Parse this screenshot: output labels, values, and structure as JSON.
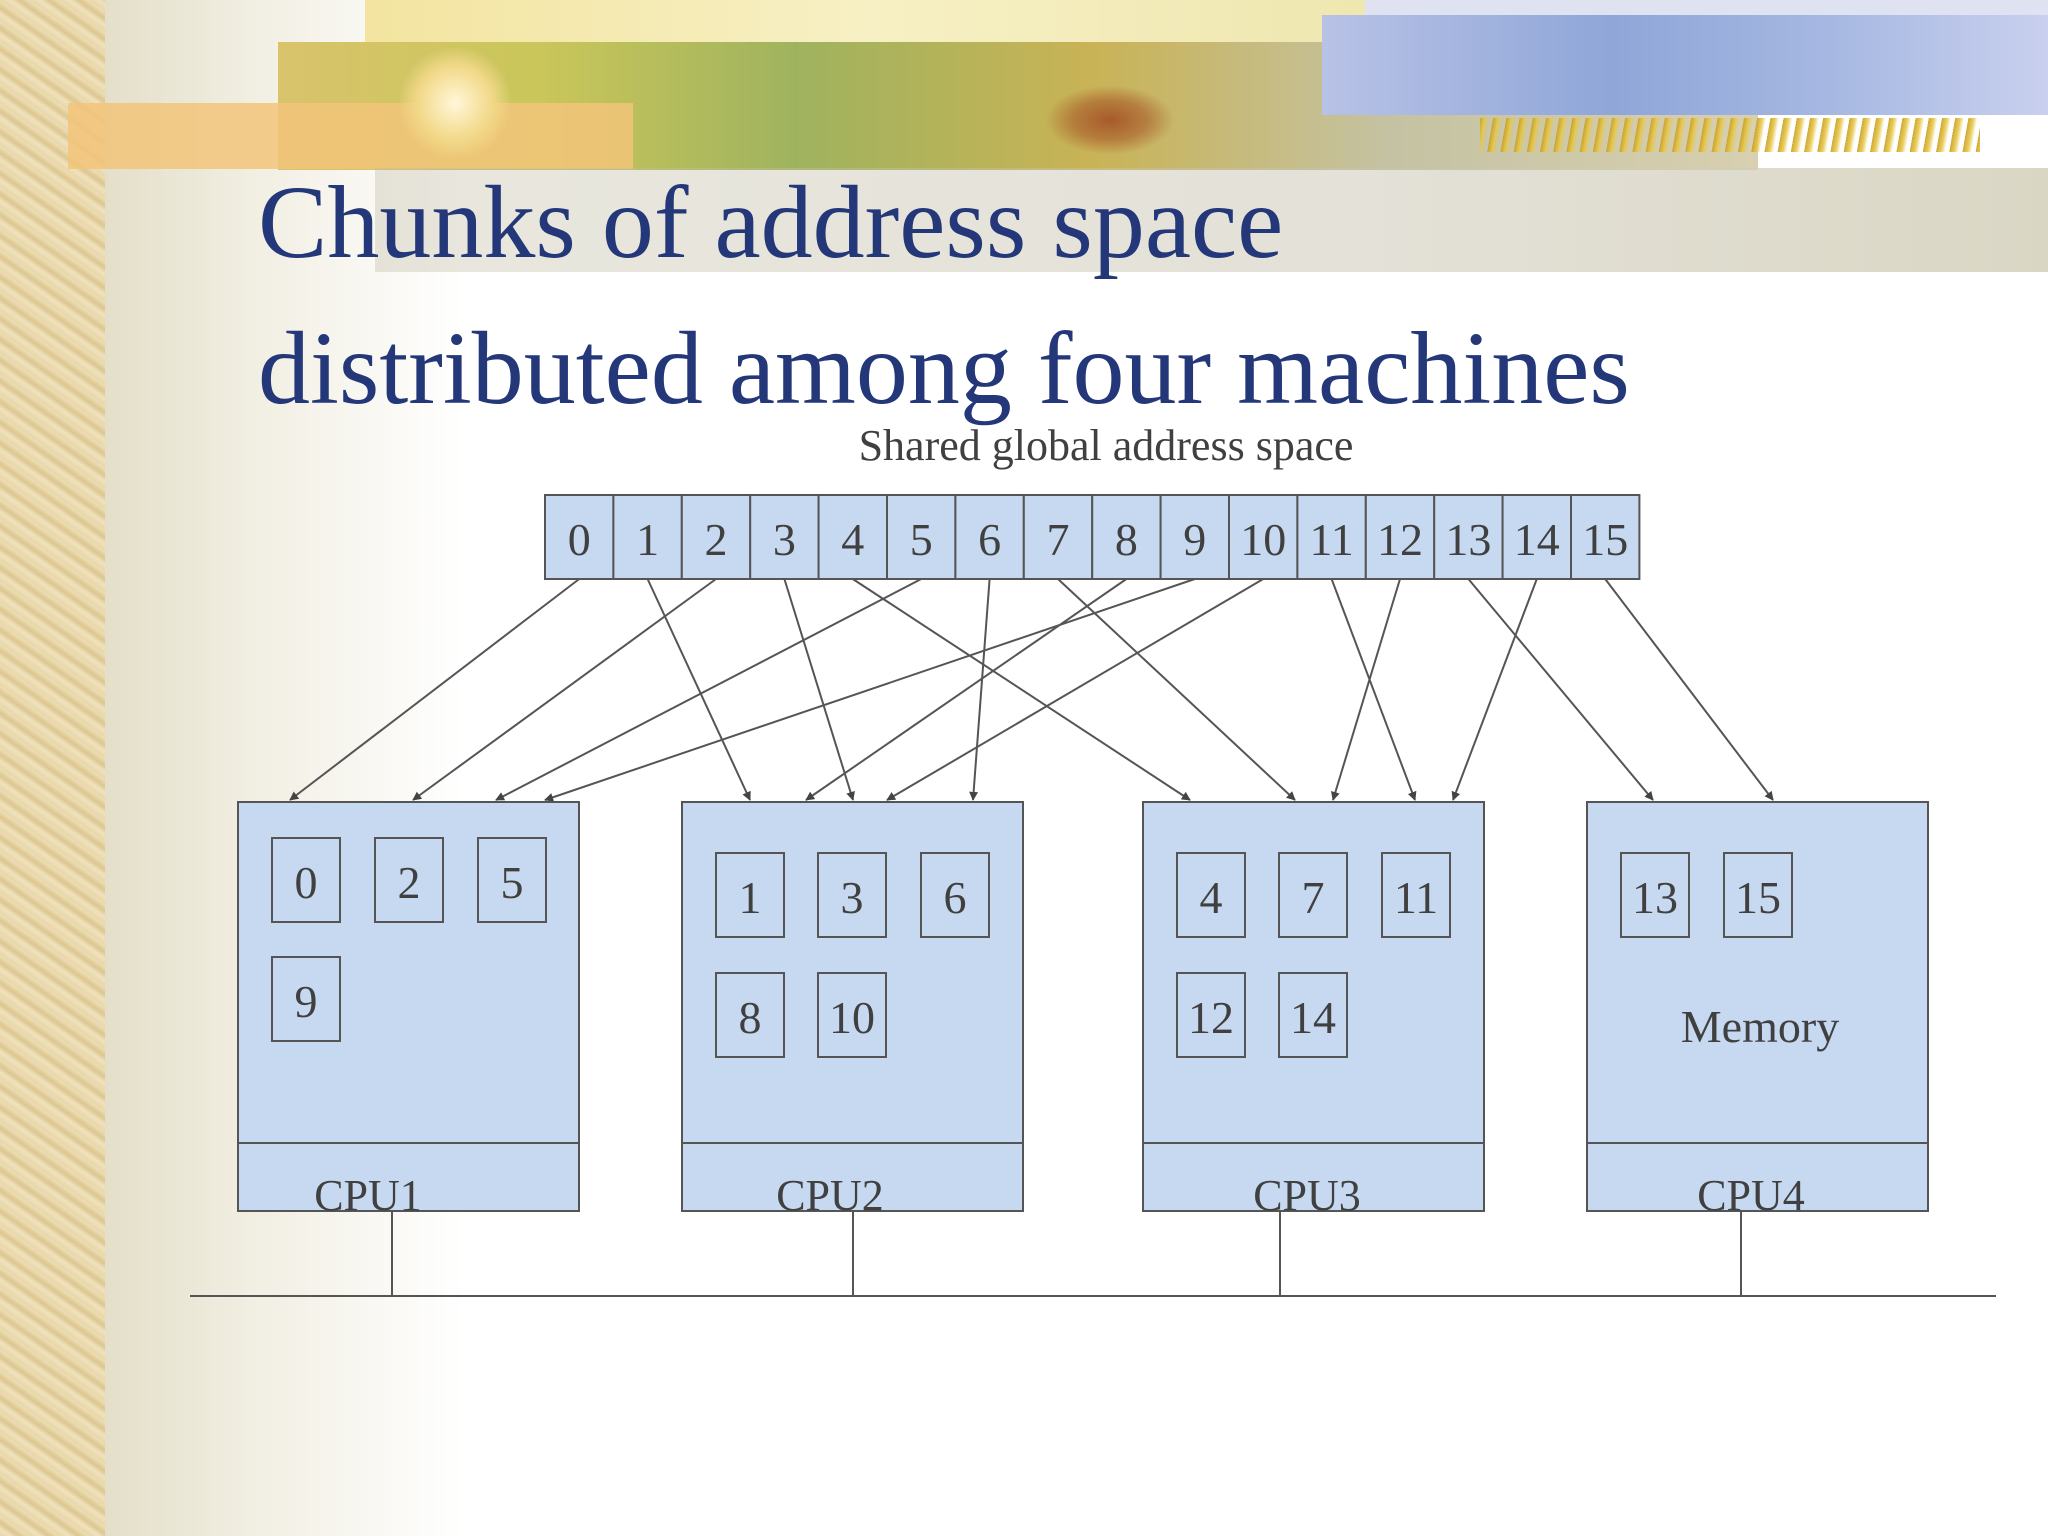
{
  "slide": {
    "title_line1": "Chunks of address space",
    "title_line2": "distributed among four machines"
  },
  "diagram": {
    "address_space_label": "Shared global address space",
    "address_cells": [
      "0",
      "1",
      "2",
      "3",
      "4",
      "5",
      "6",
      "7",
      "8",
      "9",
      "10",
      "11",
      "12",
      "13",
      "14",
      "15"
    ],
    "machines": [
      {
        "cpu_label": "CPU1",
        "chunks": [
          "0",
          "2",
          "5",
          "9"
        ],
        "memory_label": ""
      },
      {
        "cpu_label": "CPU2",
        "chunks": [
          "1",
          "3",
          "6",
          "8",
          "10"
        ],
        "memory_label": ""
      },
      {
        "cpu_label": "CPU3",
        "chunks": [
          "4",
          "7",
          "11",
          "12",
          "14"
        ],
        "memory_label": ""
      },
      {
        "cpu_label": "CPU4",
        "chunks": [
          "13",
          "15"
        ],
        "memory_label": "Memory"
      }
    ],
    "colors": {
      "box_fill": "#c6d9f0",
      "stroke": "#555555",
      "text": "#404040",
      "title": "#233779"
    }
  }
}
